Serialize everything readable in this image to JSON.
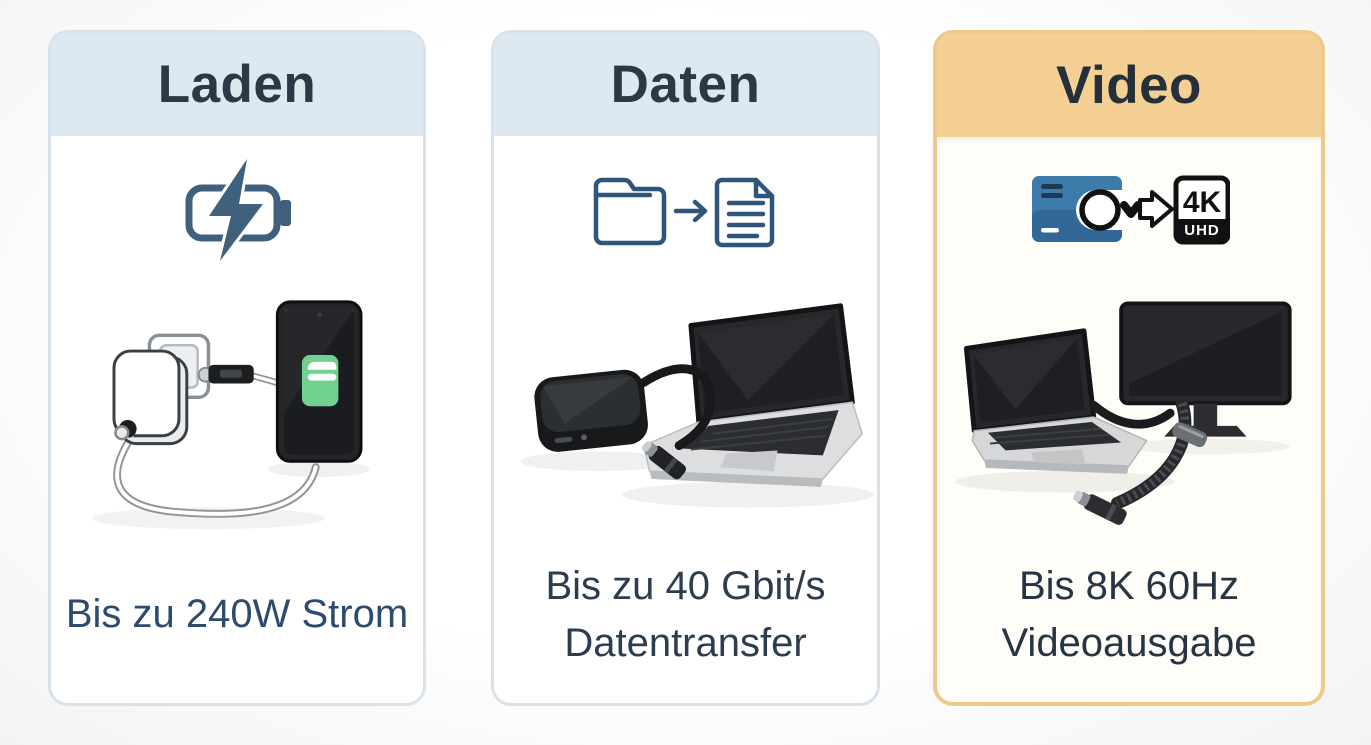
{
  "infographic": {
    "type": "feature-comparison",
    "language": "de",
    "cards": [
      {
        "id": "laden",
        "title": "Laden",
        "caption": "Bis zu 240W Strom",
        "icon": "battery-charging-icon",
        "illustration": "wall-charger-phone",
        "header_color": "#dee8f1",
        "border_color": "#d7e2ec",
        "caption_color": "#2d4b6c"
      },
      {
        "id": "daten",
        "title": "Daten",
        "caption": "Bis zu 40 Gbit/s\nDatentransfer",
        "icon": "folder-to-file-transfer-icon",
        "illustration": "ssd-laptop",
        "header_color": "#dee8f1",
        "border_color": "#d7e2ec",
        "caption_color": "#2d3d4f"
      },
      {
        "id": "video",
        "title": "Video",
        "caption": "Bis 8K 60Hz\nVideoausgabe",
        "icon": "video-out-4k-icon",
        "badge_top": "4K",
        "badge_bottom": "UHD",
        "illustration": "laptop-monitor",
        "header_color": "#f5d095",
        "border_color": "#eec98c",
        "caption_color": "#263443"
      }
    ],
    "palette": {
      "title_text": "#2b3845",
      "icon_steel_blue": "#3f617e",
      "icon_outline_blue": "#2f567a",
      "video_icon_blue": "#3d7bab",
      "battery_green": "#72d191",
      "device_dark": "#26282b",
      "device_silver": "#d6d8da"
    }
  }
}
